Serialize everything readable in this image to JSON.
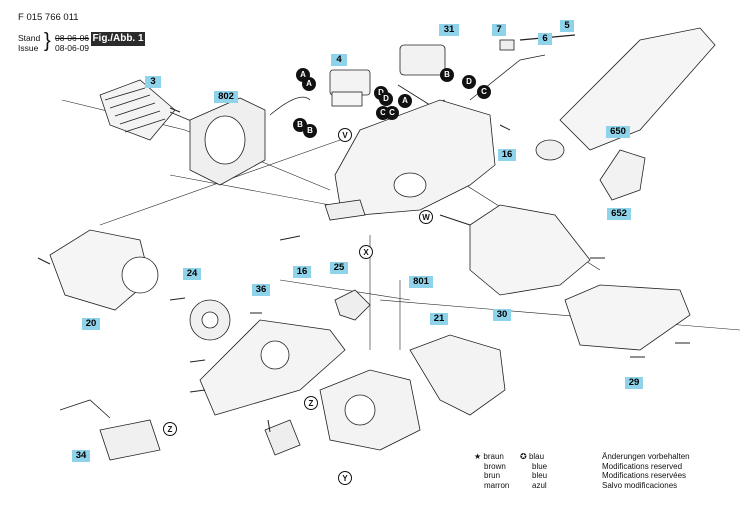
{
  "header": {
    "doc_number": "F 015 766 011",
    "stand_label": "Stand",
    "stand_date": "08-06-06",
    "issue_label": "Issue",
    "issue_date": "08-06-09",
    "fig_label": "Fig./Abb. 1"
  },
  "part_labels": [
    "3",
    "802",
    "4",
    "31",
    "7",
    "5",
    "6",
    "650",
    "652",
    "16",
    "16",
    "801",
    "20",
    "24",
    "25",
    "36",
    "30",
    "21",
    "29",
    "34"
  ],
  "callouts": [
    "A",
    "B",
    "C",
    "D",
    "A",
    "D",
    "C",
    "B",
    "A",
    "C",
    "D",
    "B",
    "V",
    "X",
    "W",
    "Z",
    "Z",
    "Y"
  ],
  "legend": {
    "star": [
      "braun",
      "brown",
      "brun",
      "marron"
    ],
    "circle": [
      "blau",
      "blue",
      "bleu",
      "azul"
    ]
  },
  "notes": [
    "Änderungen vorbehalten",
    "Modifications reserved",
    "Modifications reservées",
    "Salvo modificaciones"
  ]
}
